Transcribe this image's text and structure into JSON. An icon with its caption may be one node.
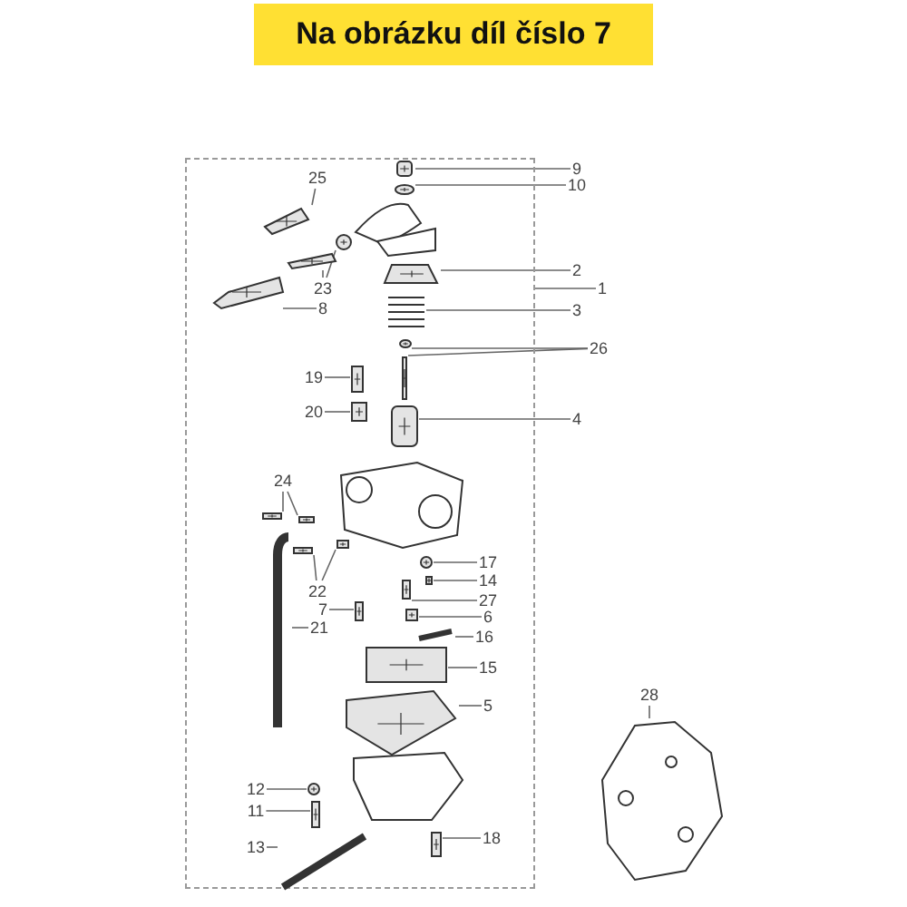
{
  "diagram": {
    "title": "Na obrázku díl číslo 7",
    "nodes": [
      {
        "text": [],
        "shape": "box"
      },
      {
        "text": [
          "9"
        ]
      },
      {
        "text": [
          "25"
        ],
        "in": 0
      },
      {
        "text": [
          "10"
        ]
      },
      {
        "text": [
          "2"
        ]
      },
      {
        "text": [
          "23"
        ],
        "in": 0
      },
      {
        "text": [
          "1"
        ]
      },
      {
        "text": [
          "8"
        ],
        "in": 0
      },
      {
        "text": [
          "3"
        ]
      },
      {
        "text": [
          "26"
        ]
      },
      {
        "text": [
          "19"
        ],
        "in": 0
      },
      {
        "text": [
          "20"
        ],
        "in": 0
      },
      {
        "text": [
          "4"
        ]
      },
      {
        "text": [
          "24"
        ],
        "in": 0
      },
      {
        "text": [
          "17"
        ],
        "in": 0
      },
      {
        "text": [
          "14"
        ],
        "in": 0
      },
      {
        "text": [
          "22"
        ],
        "in": 0
      },
      {
        "text": [
          "27"
        ],
        "in": 0
      },
      {
        "text": [
          "7"
        ],
        "in": 0
      },
      {
        "text": [
          "6"
        ],
        "in": 0
      },
      {
        "text": [
          "21"
        ],
        "in": 0
      },
      {
        "text": [
          "16"
        ],
        "in": 0
      },
      {
        "text": [
          "15"
        ],
        "in": 0
      },
      {
        "text": [
          "28"
        ]
      },
      {
        "text": [
          "5"
        ],
        "in": 0
      },
      {
        "text": [
          "12"
        ],
        "in": 0
      },
      {
        "text": [
          "11"
        ],
        "in": 0
      },
      {
        "text": [
          "13"
        ],
        "in": 0
      },
      {
        "text": [
          "18"
        ],
        "in": 0
      },
      {
        "text": [],
        "shape": "picture",
        "in": 0
      },
      {
        "text": [],
        "shape": "picture",
        "in": 0
      },
      {
        "text": [],
        "shape": "picture",
        "in": 0
      },
      {
        "text": [],
        "shape": "picture",
        "in": 0
      },
      {
        "text": [],
        "shape": "picture",
        "in": 0
      },
      {
        "text": [],
        "shape": "picture",
        "in": 0
      },
      {
        "text": [],
        "shape": "picture",
        "in": 0
      },
      {
        "text": [],
        "shape": "picture",
        "in": 0
      },
      {
        "text": [],
        "shape": "picture",
        "in": 0
      },
      {
        "text": [],
        "shape": "picture",
        "in": 0
      },
      {
        "text": [],
        "shape": "picture",
        "in": 0
      },
      {
        "text": [],
        "shape": "picture",
        "in": 0
      },
      {
        "text": [],
        "shape": "picture",
        "in": 0
      },
      {
        "text": [],
        "shape": "picture",
        "in": 0
      },
      {
        "text": [],
        "shape": "picture",
        "in": 0
      },
      {
        "text": [],
        "shape": "picture",
        "in": 0
      },
      {
        "text": [],
        "shape": "picture",
        "in": 0
      },
      {
        "text": [],
        "shape": "picture",
        "in": 0
      },
      {
        "text": [],
        "shape": "picture",
        "in": 0
      },
      {
        "text": [],
        "shape": "picture",
        "in": 0
      },
      {
        "text": [],
        "shape": "picture",
        "in": 0
      },
      {
        "text": [],
        "shape": "picture",
        "in": 0
      },
      {
        "text": [],
        "shape": "picture",
        "in": 0
      },
      {
        "text": [],
        "shape": "picture",
        "in": 0
      },
      {
        "text": [],
        "shape": "picture",
        "in": 0
      },
      {
        "text": [],
        "shape": "picture",
        "in": 0
      },
      {
        "text": [],
        "shape": "picture"
      },
      {
        "text": [],
        "shape": "picture",
        "in": 0
      },
      {
        "text": [],
        "shape": "picture",
        "in": 0
      },
      {
        "text": [],
        "shape": "picture",
        "in": 0
      },
      {
        "text": [],
        "shape": "picture",
        "in": 0
      }
    ],
    "edges": [
      {
        "from": 1,
        "to": 29,
        "arrow": "none"
      },
      {
        "from": 2,
        "to": 31,
        "arrow": "none"
      },
      {
        "from": 3,
        "to": 30,
        "arrow": "none"
      },
      {
        "from": 4,
        "to": 34,
        "arrow": "none"
      },
      {
        "from": 5,
        "to": 33,
        "arrow": "none"
      },
      {
        "from": 5,
        "to": 32,
        "arrow": "none"
      },
      {
        "from": 6,
        "to": 0,
        "arrow": "none"
      },
      {
        "from": 7,
        "to": 35,
        "arrow": "none"
      },
      {
        "from": 8,
        "to": 36,
        "arrow": "none"
      },
      {
        "from": 9,
        "to": 37,
        "arrow": "none"
      },
      {
        "from": 9,
        "to": 38,
        "arrow": "none"
      },
      {
        "from": 10,
        "to": 39,
        "arrow": "none"
      },
      {
        "from": 11,
        "to": 40,
        "arrow": "none"
      },
      {
        "from": 12,
        "to": 41,
        "arrow": "none"
      },
      {
        "from": 13,
        "to": 42,
        "arrow": "none"
      },
      {
        "from": 13,
        "to": 43,
        "arrow": "none"
      },
      {
        "from": 14,
        "to": 47,
        "arrow": "none"
      },
      {
        "from": 15,
        "to": 48,
        "arrow": "none"
      },
      {
        "from": 16,
        "to": 46,
        "arrow": "none"
      },
      {
        "from": 16,
        "to": 45,
        "arrow": "none"
      },
      {
        "from": 17,
        "to": 49,
        "arrow": "none"
      },
      {
        "from": 18,
        "to": 50,
        "arrow": "none"
      },
      {
        "from": 19,
        "to": 51,
        "arrow": "none"
      },
      {
        "from": 20,
        "to": 44,
        "arrow": "none"
      },
      {
        "from": 21,
        "to": 52,
        "arrow": "none"
      },
      {
        "from": 22,
        "to": 53,
        "arrow": "none"
      },
      {
        "from": 23,
        "to": 55,
        "arrow": "none"
      },
      {
        "from": 24,
        "to": 54,
        "arrow": "none"
      },
      {
        "from": 25,
        "to": 56,
        "arrow": "none"
      },
      {
        "from": 26,
        "to": 57,
        "arrow": "none"
      },
      {
        "from": 27,
        "to": 58,
        "arrow": "none"
      },
      {
        "from": 28,
        "to": 59,
        "arrow": "none"
      }
    ]
  }
}
